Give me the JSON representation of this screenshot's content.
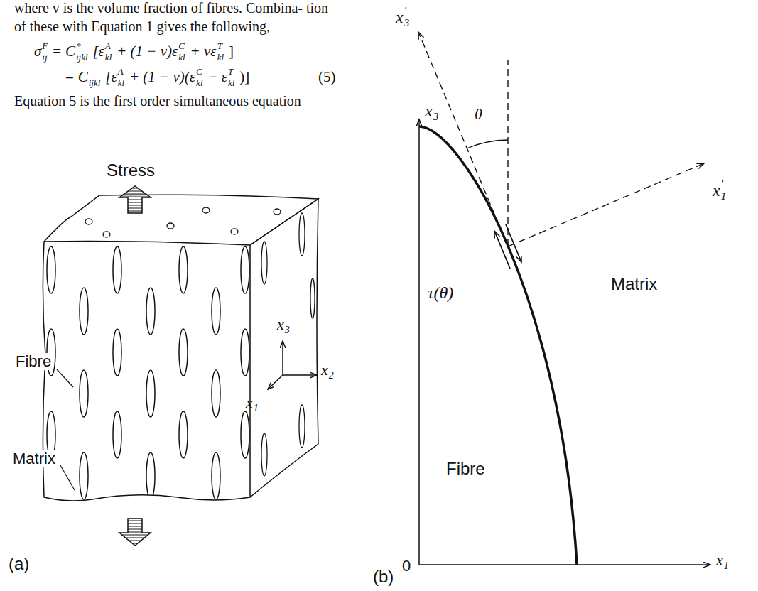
{
  "diagram": {
    "labels": [
      "where v is the volume fraction of fibres. Combina- tion of these with Equation 1 gives the following,",
      "σ",
      "F",
      "ij",
      "=",
      "C",
      "*",
      "ijkl",
      "[ε",
      "A",
      "kl",
      "+ (1 − v)ε",
      "C",
      "kl",
      "+ vε",
      "T",
      "kl",
      "]",
      "=",
      "C",
      "ijkl",
      "[ε",
      "A",
      "kl",
      "+ (1 − v)(ε",
      "C",
      "kl",
      "− ε",
      "T",
      "kl",
      ")]",
      "(5)",
      "Equation 5 is the first order simultaneous equation",
      "Stress",
      "Fibre",
      "Matrix",
      "x",
      "3",
      "x",
      "2",
      "x",
      "1",
      "(a)",
      "x",
      "'",
      "3",
      "θ",
      "x",
      "3",
      "x",
      "'",
      "1",
      "τ(θ)",
      "Matrix",
      "Fibre",
      "0",
      "x",
      "1",
      "(b)"
    ]
  }
}
